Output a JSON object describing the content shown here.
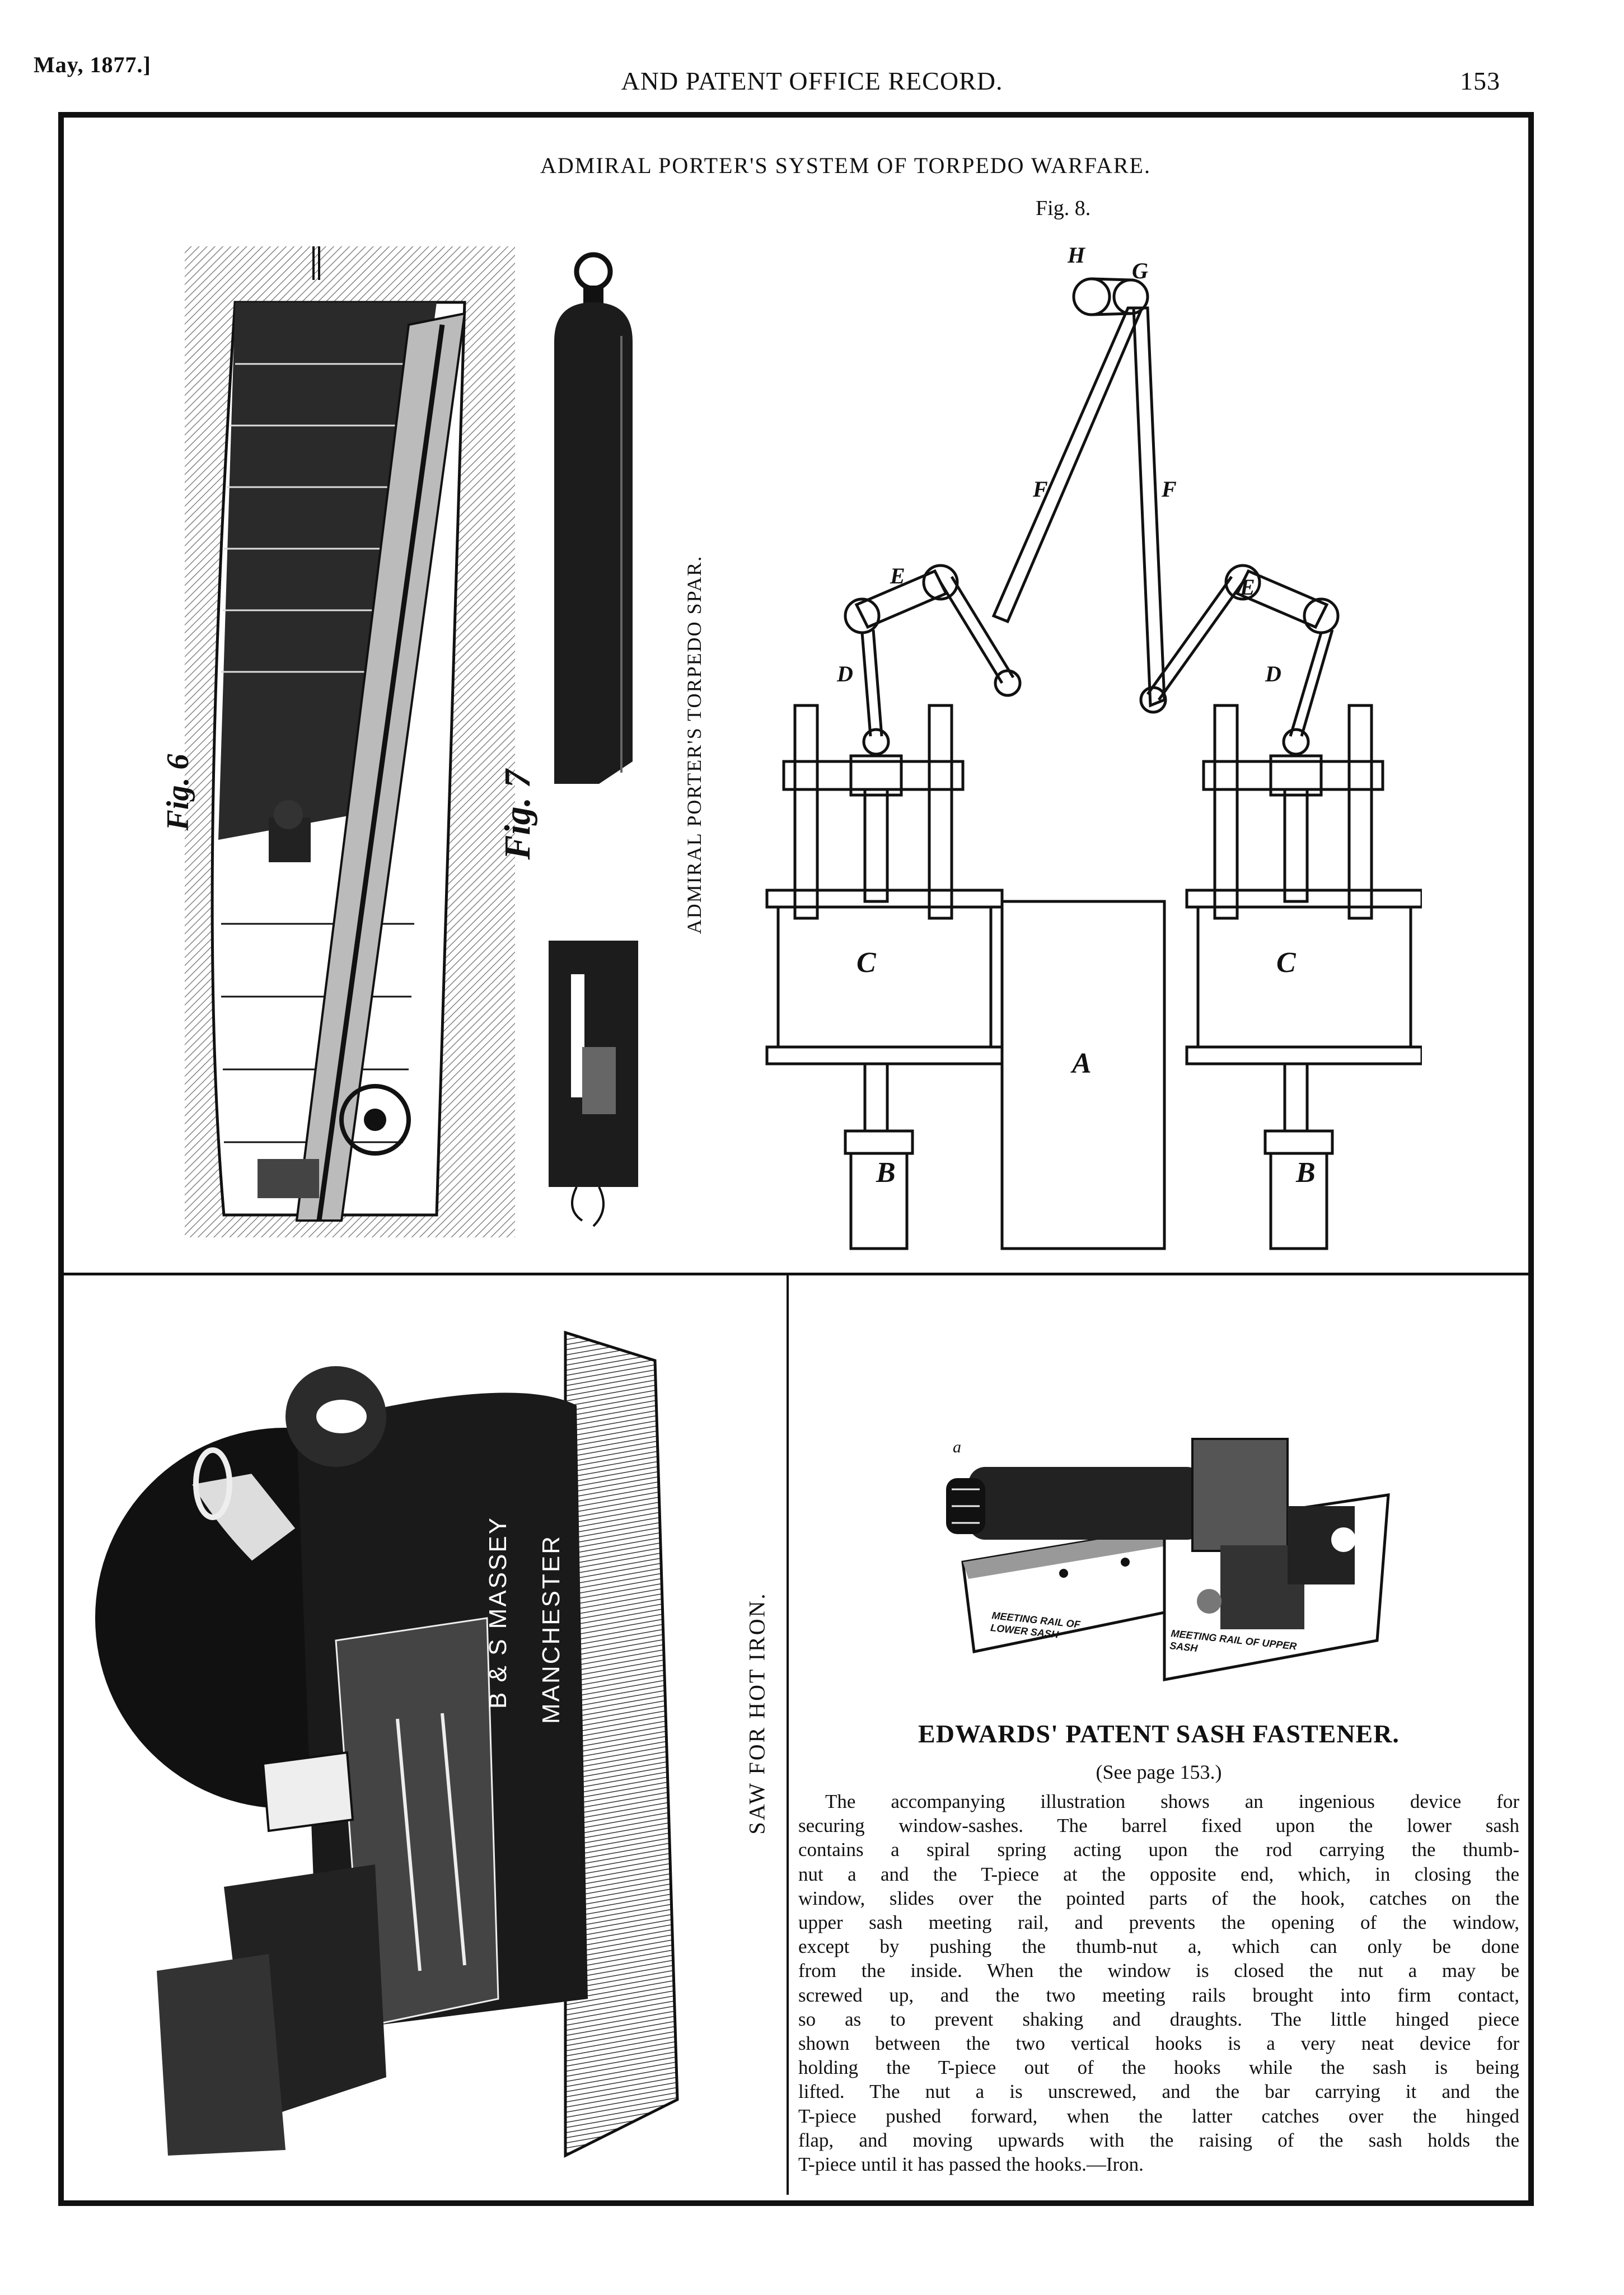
{
  "header": {
    "date": "May, 1877.]",
    "running_title": "AND PATENT OFFICE RECORD.",
    "page_number": "153"
  },
  "torpedo": {
    "title": "ADMIRAL PORTER'S SYSTEM OF TORPEDO WARFARE.",
    "fig6_label": "Fig. 6",
    "fig7_label": "Fig. 7",
    "fig8_label": "Fig. 8.",
    "spar_caption": "ADMIRAL PORTER'S TORPEDO SPAR.",
    "labels": {
      "H": "H",
      "G": "G",
      "F_left": "F",
      "F_right": "F",
      "E_left": "E",
      "E_right": "E",
      "D_left": "D",
      "D_right": "D",
      "C_left": "C",
      "C_right": "C",
      "A": "A",
      "B_left": "B",
      "B_right": "B"
    }
  },
  "saw": {
    "caption": "SAW FOR HOT IRON.",
    "maker": "B & S MASSEY",
    "city": "MANCHESTER"
  },
  "sash": {
    "a_label": "a",
    "lower_rail_label": "MEETING RAIL OF LOWER SASH",
    "upper_rail_label": "MEETING RAIL OF UPPER SASH",
    "title": "EDWARDS' PATENT SASH FASTENER.",
    "see_page": "(See page 153.)",
    "lines": [
      "The accompanying illustration shows an ingenious device for",
      "securing window-sashes. The barrel fixed upon the lower sash",
      "contains a spiral spring acting upon the rod carrying the thumb-",
      "nut a and the T-piece at the opposite end, which, in closing the",
      "window, slides over the pointed parts of the hook, catches on the",
      "upper sash meeting rail, and prevents the opening of the window,",
      "except by pushing the thumb-nut a, which can only be done",
      "from the inside. When the window is closed the nut a may be",
      "screwed up, and the two meeting rails brought into firm contact,",
      "so as to prevent shaking and draughts. The little hinged piece",
      "shown between the two vertical hooks is a very neat device for",
      "holding the T-piece out of the hooks while the sash is being",
      "lifted. The nut a is unscrewed, and the bar carrying it and the",
      "T-piece pushed forward, when the latter catches over the hinged",
      "flap, and moving upwards with the raising of the sash holds the",
      "T-piece until it has passed the hooks.—Iron."
    ]
  }
}
